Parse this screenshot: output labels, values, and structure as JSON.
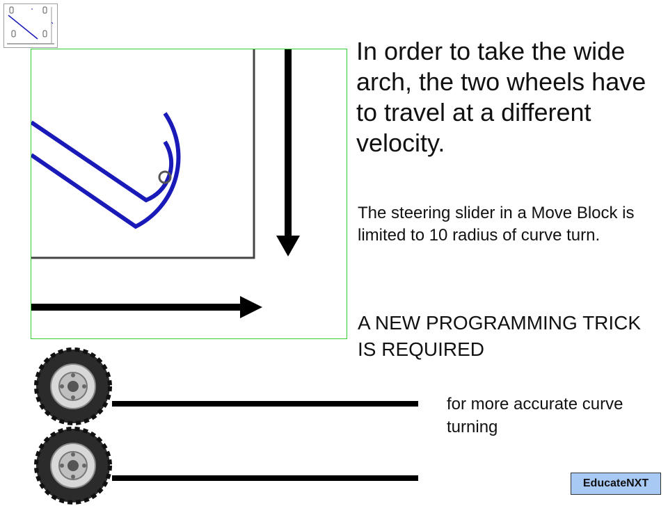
{
  "slide": {
    "heading": "In order to take the wide arch, the two wheels have to travel at a different velocity.",
    "paragraph": "The steering slider in a Move Block is limited to 10 radius of curve turn.",
    "callout": "A NEW PROGRAMMING TRICK IS REQUIRED",
    "note": "for more accurate curve turning",
    "brand": "EducateNXT"
  },
  "colors": {
    "path": "#1a1ab8",
    "frame": "#33cc33",
    "arrow": "#000000",
    "brand_bg": "#a9c9f5"
  },
  "icons": {
    "thumbnail": "slide-thumbnail-icon",
    "arrow_down": "arrow-down-icon",
    "arrow_right": "arrow-right-icon",
    "wheel": "tire-icon",
    "pivot": "pivot-circle-icon"
  }
}
